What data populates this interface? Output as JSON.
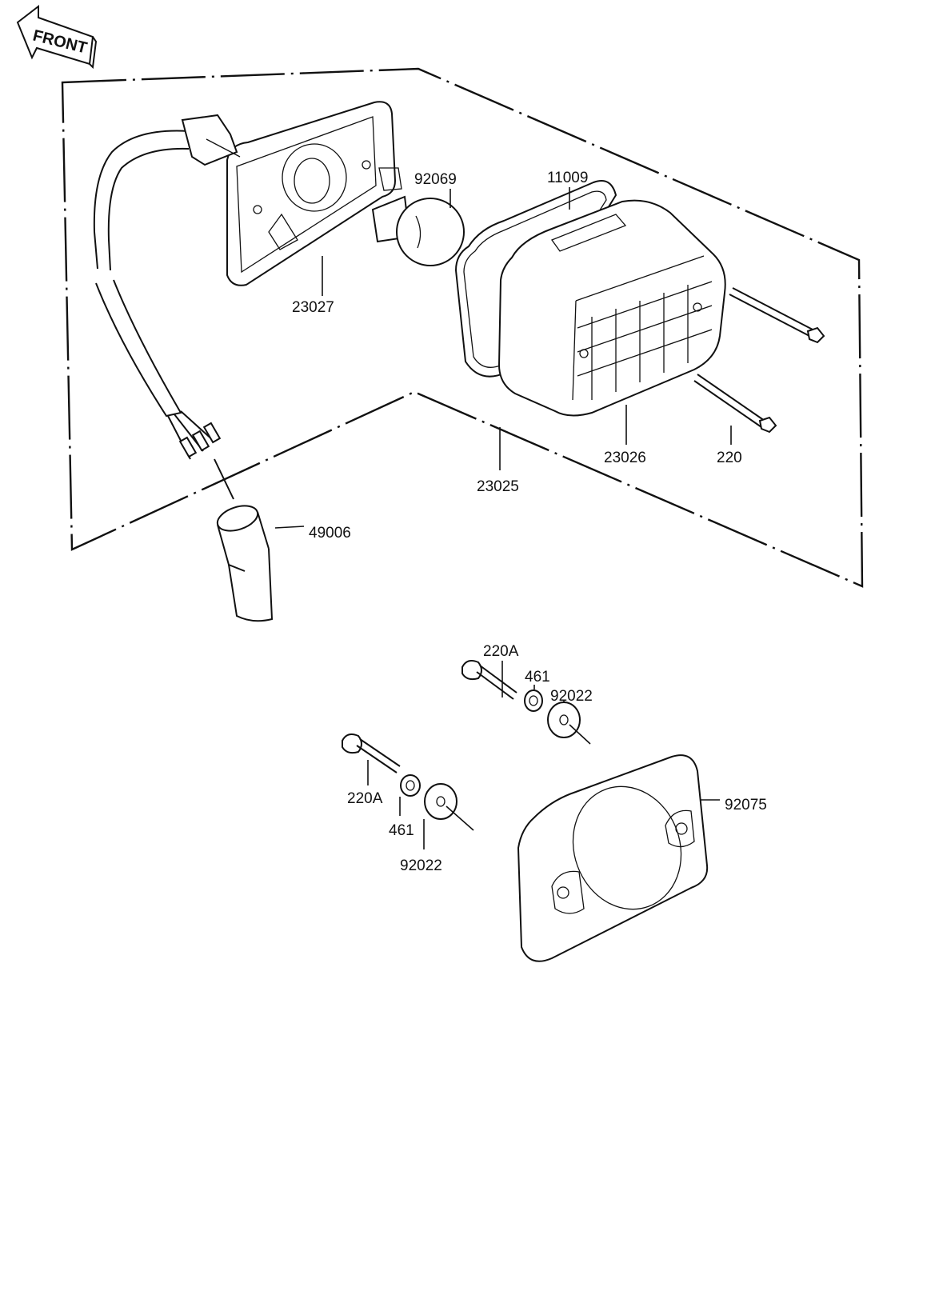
{
  "orientation": {
    "front_label": "FRONT"
  },
  "parts": {
    "p23027": "23027",
    "p92069": "92069",
    "p11009": "11009",
    "p23026": "23026",
    "p220": "220",
    "p23025": "23025",
    "p49006": "49006",
    "p220A_upper": "220A",
    "p461_upper": "461",
    "p92022_upper": "92022",
    "p220A_lower": "220A",
    "p461_lower": "461",
    "p92022_lower": "92022",
    "p92075": "92075"
  }
}
